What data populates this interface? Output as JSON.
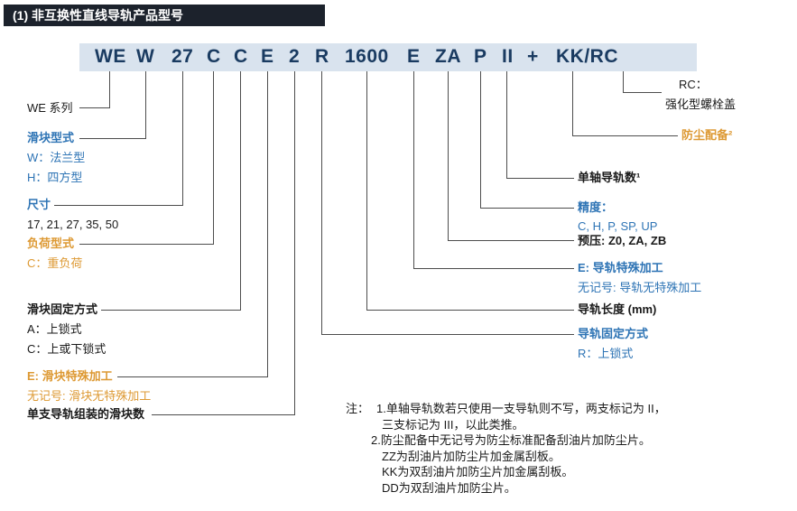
{
  "title": "(1) 非互换性直线导轨产品型号",
  "code": {
    "segments": [
      "WE",
      "W",
      "27",
      "C",
      "C",
      "E",
      "2",
      "R",
      "1600",
      "E",
      "ZA",
      "P",
      "II",
      "+",
      "KK/RC"
    ]
  },
  "left_labels": {
    "series": {
      "title": "WE 系列"
    },
    "slider_type": {
      "title": "滑块型式",
      "sub1": "W：法兰型",
      "sub2": "H：四方型"
    },
    "size": {
      "title": "尺寸",
      "sub1": "17, 21, 27, 35, 50"
    },
    "load_type": {
      "title": "负荷型式",
      "sub1": "C：重负荷"
    },
    "slider_fixing": {
      "title": "滑块固定方式",
      "sub1": "A：上锁式",
      "sub2": "C：上或下锁式"
    },
    "slider_special": {
      "title": "E: 滑块特殊加工",
      "sub1": "无记号: 滑块无特殊加工"
    },
    "slider_count": {
      "title": "单支导轨组装的滑块数"
    }
  },
  "right_labels": {
    "rc": {
      "line1": "RC：",
      "line2": "强化型螺栓盖"
    },
    "dust": {
      "title": "防尘配备²"
    },
    "rail_count": {
      "title": "单轴导轨数¹"
    },
    "precision": {
      "title": "精度：",
      "sub1": "C, H, P, SP, UP"
    },
    "preload": {
      "title": "预压: Z0, ZA, ZB"
    },
    "rail_special": {
      "title": "E: 导轨特殊加工",
      "sub1": "无记号: 导轨无特殊加工"
    },
    "rail_length": {
      "title": "导轨长度 (mm)"
    },
    "rail_fixing": {
      "title": "导轨固定方式",
      "sub1": "R：上锁式"
    }
  },
  "notes": {
    "prefix": "注：",
    "lines": [
      "1.单轴导轨数若只使用一支导轨则不写，两支标记为 II，",
      "三支标记为 III，以此类推。",
      "2.防尘配备中无记号为防尘标准配备刮油片加防尘片。",
      "ZZ为刮油片加防尘片加金属刮板。",
      "KK为双刮油片加防尘片加金属刮板。",
      "DD为双刮油片加防尘片。"
    ]
  },
  "colors": {
    "title_bg": "#1c222c",
    "bar_bg": "#d9e3ee",
    "code_text": "#1a3b61",
    "blue": "#2e74b5",
    "orange": "#dd9933",
    "line": "#4d4d4d"
  }
}
